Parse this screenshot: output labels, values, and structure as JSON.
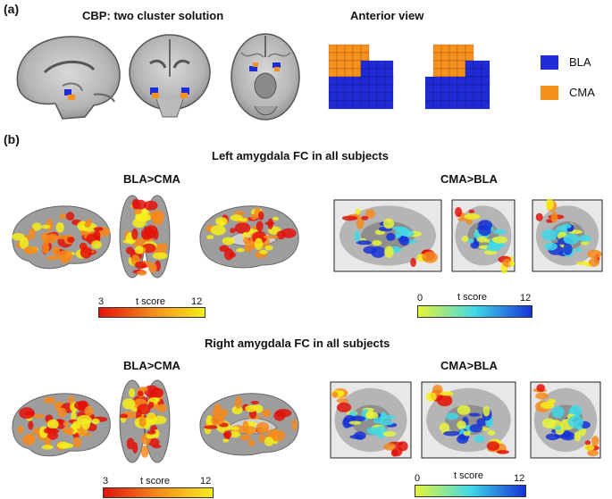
{
  "panel_a": {
    "label": "(a)",
    "title_left": "CBP: two cluster solution",
    "title_right": "Anterior view",
    "legend": [
      {
        "name": "BLA",
        "color": "#1f2bd6"
      },
      {
        "name": "CMA",
        "color": "#f7911e"
      }
    ]
  },
  "panel_b": {
    "label": "(b)",
    "left_section": {
      "title": "Left amygdala FC in all subjects",
      "contrast_left": "BLA>CMA",
      "contrast_right": "CMA>BLA",
      "warm_bar": {
        "title": "t score",
        "min": "3",
        "max": "12"
      },
      "cool_bar": {
        "title": "t score",
        "min": "0",
        "max": "12"
      }
    },
    "right_section": {
      "title": "Right amygdala FC in all subjects",
      "contrast_left": "BLA>CMA",
      "contrast_right": "CMA>BLA",
      "warm_bar": {
        "title": "t score",
        "min": "3",
        "max": "12"
      },
      "cool_bar": {
        "title": "t score",
        "min": "0",
        "max": "12"
      }
    }
  },
  "colors": {
    "warm_start": "#e3120b",
    "warm_mid": "#f58b1d",
    "warm_end": "#f6ee1a",
    "cool_start": "#e6f43a",
    "cool_mid": "#3fd9e8",
    "cool_end": "#1632d6",
    "brain_gray": "#9d9d9d"
  }
}
